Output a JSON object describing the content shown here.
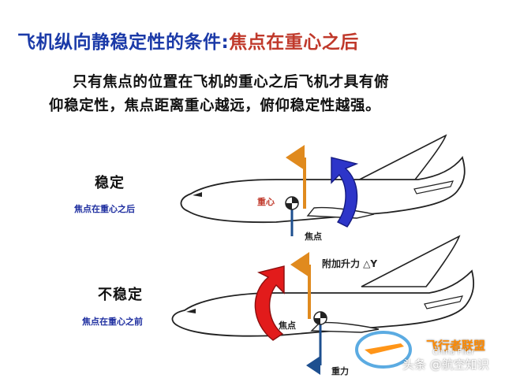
{
  "title": {
    "prefix": "飞机纵向静稳定性的条件:",
    "highlight": "焦点在重心之后"
  },
  "description": [
    "只有焦点的位置在飞机的重心之后飞机才具有俯",
    "仰稳定性，焦点距离重心越远，俯仰稳定性越强。"
  ],
  "stable": {
    "heading": "稳定",
    "caption": "焦点在重心之后",
    "cg_label": "重心",
    "ac_label": "焦点"
  },
  "unstable": {
    "heading": "不稳定",
    "caption": "焦点在重心之前",
    "ac_label": "焦点",
    "lift_label": "附加升力 △Y",
    "gravity_label": "重力"
  },
  "watermark": {
    "logo_text": "飞行者联盟",
    "logo_sub": "China Flier",
    "credit": "头条 @航空知识"
  },
  "colors": {
    "title_blue": "#1b3aa8",
    "accent_red": "#c0392b",
    "lift_orange": "#e08a1e",
    "blue_arrow": "#1f2fa0",
    "force_blue": "#1d4f8f"
  }
}
